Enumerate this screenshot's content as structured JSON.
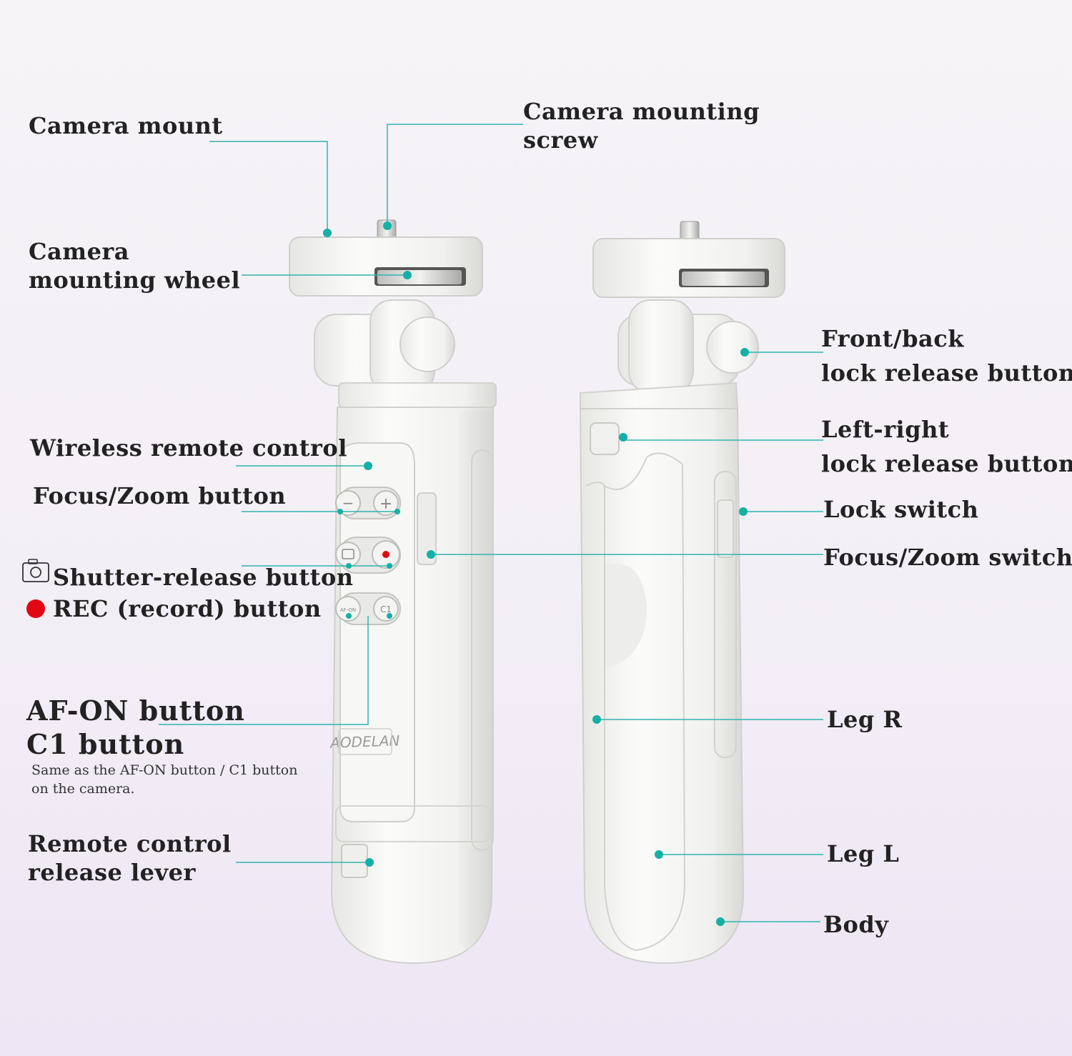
{
  "labels": {
    "camera_mount": "Camera mount",
    "camera_mounting_screw": [
      "Camera mounting",
      "screw"
    ],
    "camera_mounting_wheel": [
      "Camera",
      "mounting wheel"
    ],
    "wireless_remote_control": "Wireless remote control",
    "focus_zoom_button": "Focus/Zoom button",
    "shutter_release_button": "Shutter-release button",
    "rec_button": "REC (record) button",
    "af_on_button": "AF-ON button",
    "c1_button": "C1 button",
    "af_c1_note": [
      "Same as the AF-ON button / C1 button",
      "on the camera."
    ],
    "remote_control_release_lever": [
      "Remote control",
      "release lever"
    ],
    "front_back_lock_release": [
      "Front/back",
      "lock release button"
    ],
    "left_right_lock_release": [
      "Left-right",
      "lock release button"
    ],
    "lock_switch": "Lock switch",
    "focus_zoom_switch": "Focus/Zoom switch",
    "leg_r": "Leg R",
    "leg_l": "Leg L",
    "body": "Body"
  },
  "device": {
    "brand": "AODELAN",
    "button_c1": "C1",
    "button_afon": "AF-ON",
    "button_minus": "−",
    "button_plus": "+"
  },
  "icons": [
    "camera-icon",
    "rec-dot-icon"
  ],
  "colors": {
    "leader_line": "#2fb5ad",
    "marker_dot": "#14b0a6",
    "rec_red": "#e30613",
    "device_white": "#f4f4f2"
  }
}
